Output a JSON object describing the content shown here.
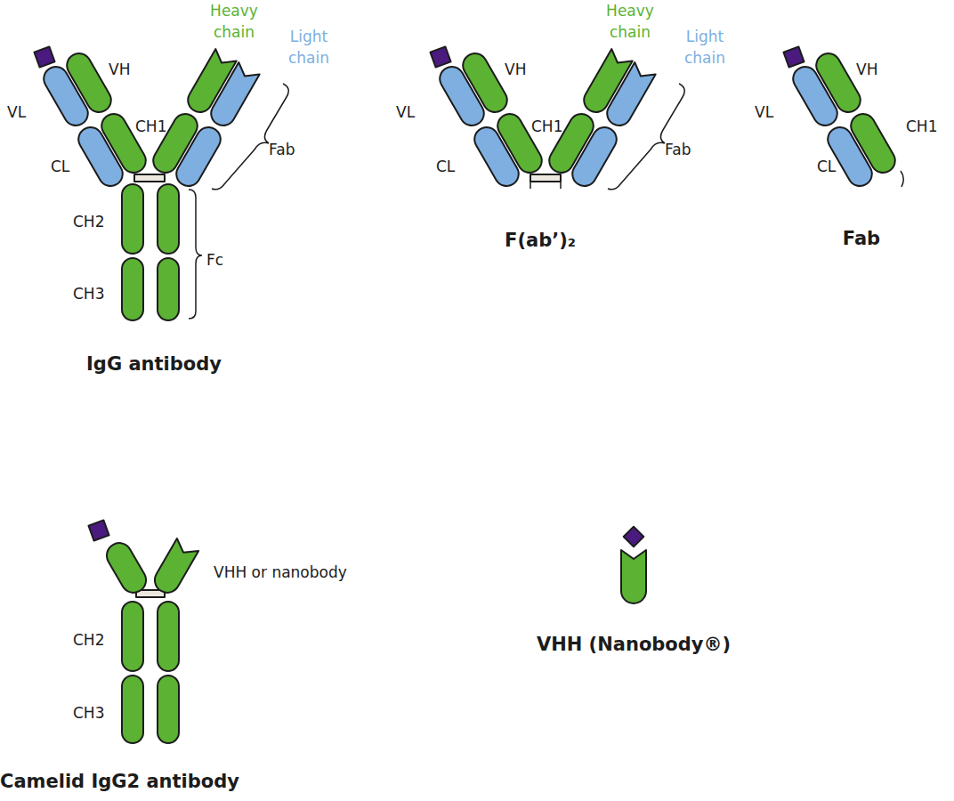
{
  "diagram": {
    "labels": [
      "Heavy chain",
      "Light chain",
      "VH",
      "VL",
      "CH1",
      "CL",
      "Fab",
      "CH2",
      "CH3",
      "Fc",
      "IgG antibody",
      "Heavy chain",
      "Light chain",
      "VH",
      "VL",
      "CH1",
      "CL",
      "Fab",
      "F(ab’)₂",
      "VH",
      "VL",
      "CH1",
      "CL",
      "Fab",
      "VHH or nanobody",
      "CH2",
      "CH3",
      "Camelid IgG2 antibody",
      "VHH (Nanobody®)"
    ]
  }
}
